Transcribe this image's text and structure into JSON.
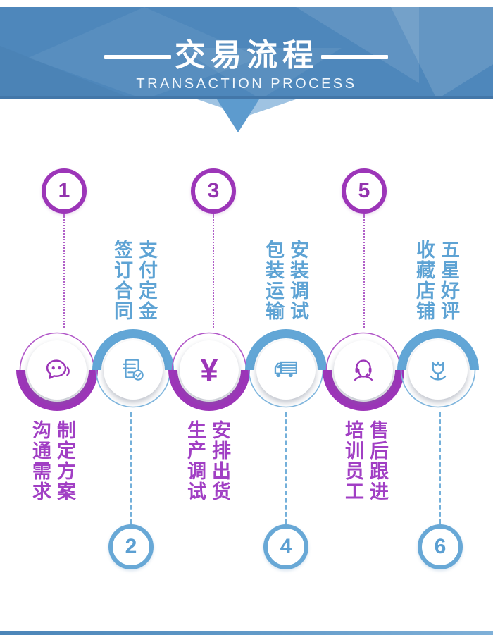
{
  "header": {
    "title": "交易流程",
    "subtitle": "TRANSACTION PROCESS"
  },
  "steps": [
    {
      "number": "1",
      "icon": "chat-bubble-icon",
      "theme": "purple",
      "label_side": "bottom",
      "labels": [
        "沟通需求",
        "制定方案"
      ]
    },
    {
      "number": "2",
      "icon": "contract-check-icon",
      "theme": "blue",
      "label_side": "top",
      "labels": [
        "签订合同",
        "支付定金"
      ]
    },
    {
      "number": "3",
      "icon": "yen-currency-icon",
      "icon_text": "¥",
      "theme": "purple",
      "label_side": "bottom",
      "labels": [
        "生产调试",
        "安排出货"
      ]
    },
    {
      "number": "4",
      "icon": "delivery-truck-icon",
      "theme": "blue",
      "label_side": "top",
      "labels": [
        "包装运输",
        "安装调试"
      ]
    },
    {
      "number": "5",
      "icon": "customer-service-icon",
      "theme": "purple",
      "label_side": "bottom",
      "labels": [
        "培训员工",
        "售后跟进"
      ]
    },
    {
      "number": "6",
      "icon": "flower-icon",
      "theme": "blue",
      "label_side": "top",
      "labels": [
        "收藏店铺",
        "五星好评"
      ]
    }
  ],
  "colors": {
    "banner_blue": "#4e87bb",
    "purple": "#9c35b8",
    "blue": "#62a6d6",
    "label_purple": "#a13fc4",
    "label_blue": "#5ea3d4"
  }
}
